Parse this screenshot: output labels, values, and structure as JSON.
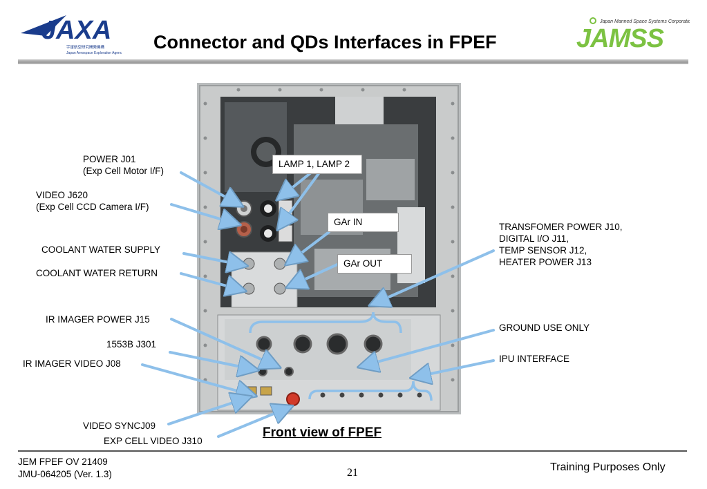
{
  "header": {
    "title": "Connector and QDs Interfaces in FPEF",
    "left_logo": {
      "name": "jaxa-logo",
      "text": "JAXA",
      "subtext": "宇宙航空研究開発機構 Japan Aerospace Exploration Agency"
    },
    "right_logo": {
      "name": "jamss-logo",
      "text": "JAMSS",
      "subtext": "Japan Manned Space Systems Corporation"
    }
  },
  "labels": {
    "power_j01": [
      "POWER J01",
      "(Exp Cell Motor I/F)"
    ],
    "video_j620": [
      "VIDEO J620",
      "(Exp Cell CCD Camera I/F)"
    ],
    "coolant_supply": "COOLANT WATER SUPPLY",
    "coolant_return": "COOLANT WATER RETURN",
    "ir_imager_power": "IR IMAGER POWER J15",
    "b1553": "1553B J301",
    "ir_imager_video": "IR IMAGER VIDEO J08",
    "video_sync": "VIDEO SYNCJ09",
    "exp_cell_video": "EXP CELL VIDEO J310",
    "lamp": "LAMP 1, LAMP 2",
    "gar_in": "GAr IN",
    "gar_out": "GAr OUT",
    "transformer": [
      "TRANSFOMER POWER J10,",
      "DIGITAL I/O J11,",
      "TEMP SENSOR J12,",
      "HEATER POWER J13"
    ],
    "ground_use": "GROUND USE ONLY",
    "ipu": "IPU INTERFACE"
  },
  "caption": "Front view of FPEF",
  "footer": {
    "doc_id": "JEM FPEF OV 21409",
    "doc_rev": "JMU-064205 (Ver. 1.3)",
    "page": "21",
    "notice": "Training Purposes Only"
  },
  "colors": {
    "arrow": "#8ec0ea",
    "jaxa_blue": "#1a3c8c",
    "jamss_green": "#7cc242"
  }
}
